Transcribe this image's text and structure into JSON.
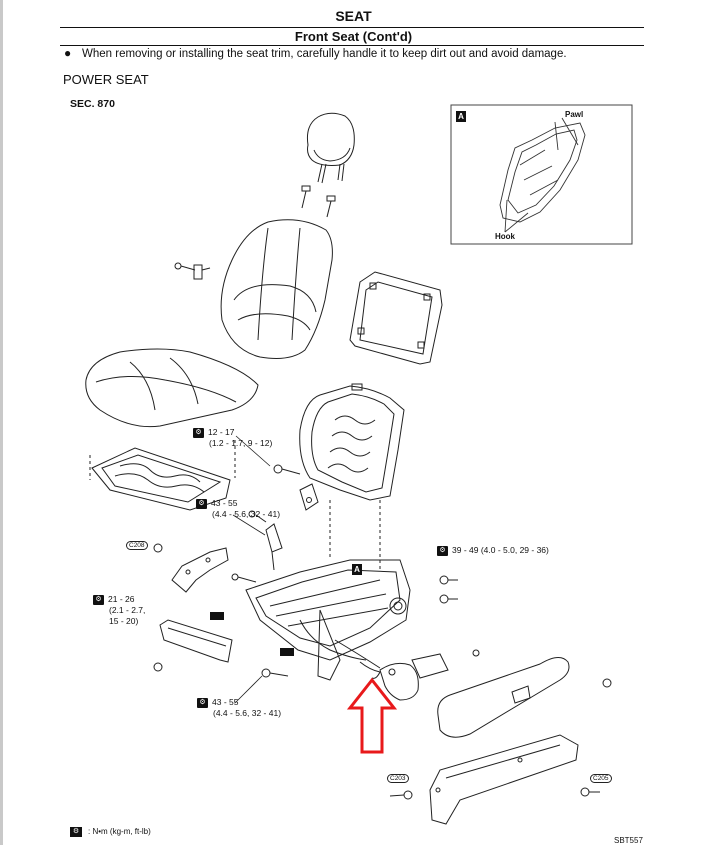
{
  "header": {
    "title": "SEAT",
    "section": "Front Seat (Cont'd)"
  },
  "note": {
    "bullet": "●",
    "text": "When removing or installing the seat trim, carefully handle it to keep dirt out and avoid damage."
  },
  "subheading": "POWER SEAT",
  "sec_label": "SEC. 870",
  "inset": {
    "marker": "A",
    "pawl_label": "Pawl",
    "hook_label": "Hook"
  },
  "main_marker": "A",
  "torque_specs": [
    {
      "line1": "12 - 17",
      "line2": "(1.2 - 1.7, 9 - 12)",
      "line3": ""
    },
    {
      "line1": "43 - 55",
      "line2": "(4.4 - 5.6, 32 - 41)",
      "line3": ""
    },
    {
      "line1": "39 - 49 (4.0 - 5.0, 29 - 36)",
      "line2": "",
      "line3": ""
    },
    {
      "line1": "21 - 26",
      "line2": "(2.1 - 2.7,",
      "line3": "15 - 20)"
    },
    {
      "line1": "43 - 55",
      "line2": "(4.4 - 5.6, 32 - 41)",
      "line3": ""
    }
  ],
  "clip_codes": [
    "C208",
    "C203",
    "C205"
  ],
  "legend": {
    "text": ": N•m (kg-m, ft-lb)"
  },
  "figure_code": "SBT557",
  "highlight_arrow_color": "#e8191b"
}
